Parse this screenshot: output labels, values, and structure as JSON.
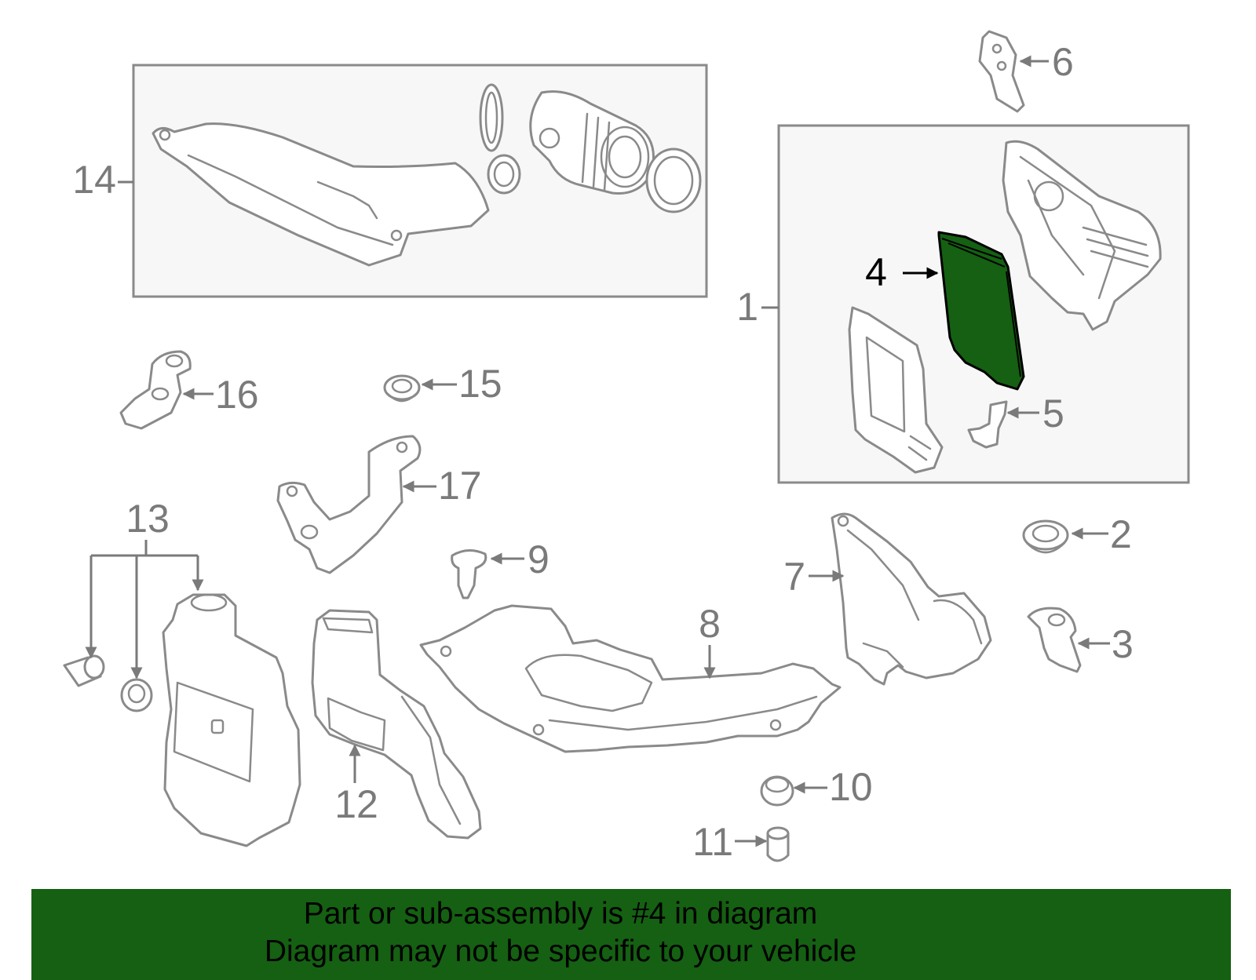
{
  "callouts": {
    "c1": "1",
    "c2": "2",
    "c3": "3",
    "c4": "4",
    "c5": "5",
    "c6": "6",
    "c7": "7",
    "c8": "8",
    "c9": "9",
    "c10": "10",
    "c11": "11",
    "c12": "12",
    "c13": "13",
    "c14": "14",
    "c15": "15",
    "c16": "16",
    "c17": "17"
  },
  "highlight": {
    "part": "4",
    "color": "#156012"
  },
  "banner": {
    "line1": "Part or sub-assembly is #4 in diagram",
    "line2": "Diagram may not be specific to your vehicle",
    "background": "#156012"
  }
}
